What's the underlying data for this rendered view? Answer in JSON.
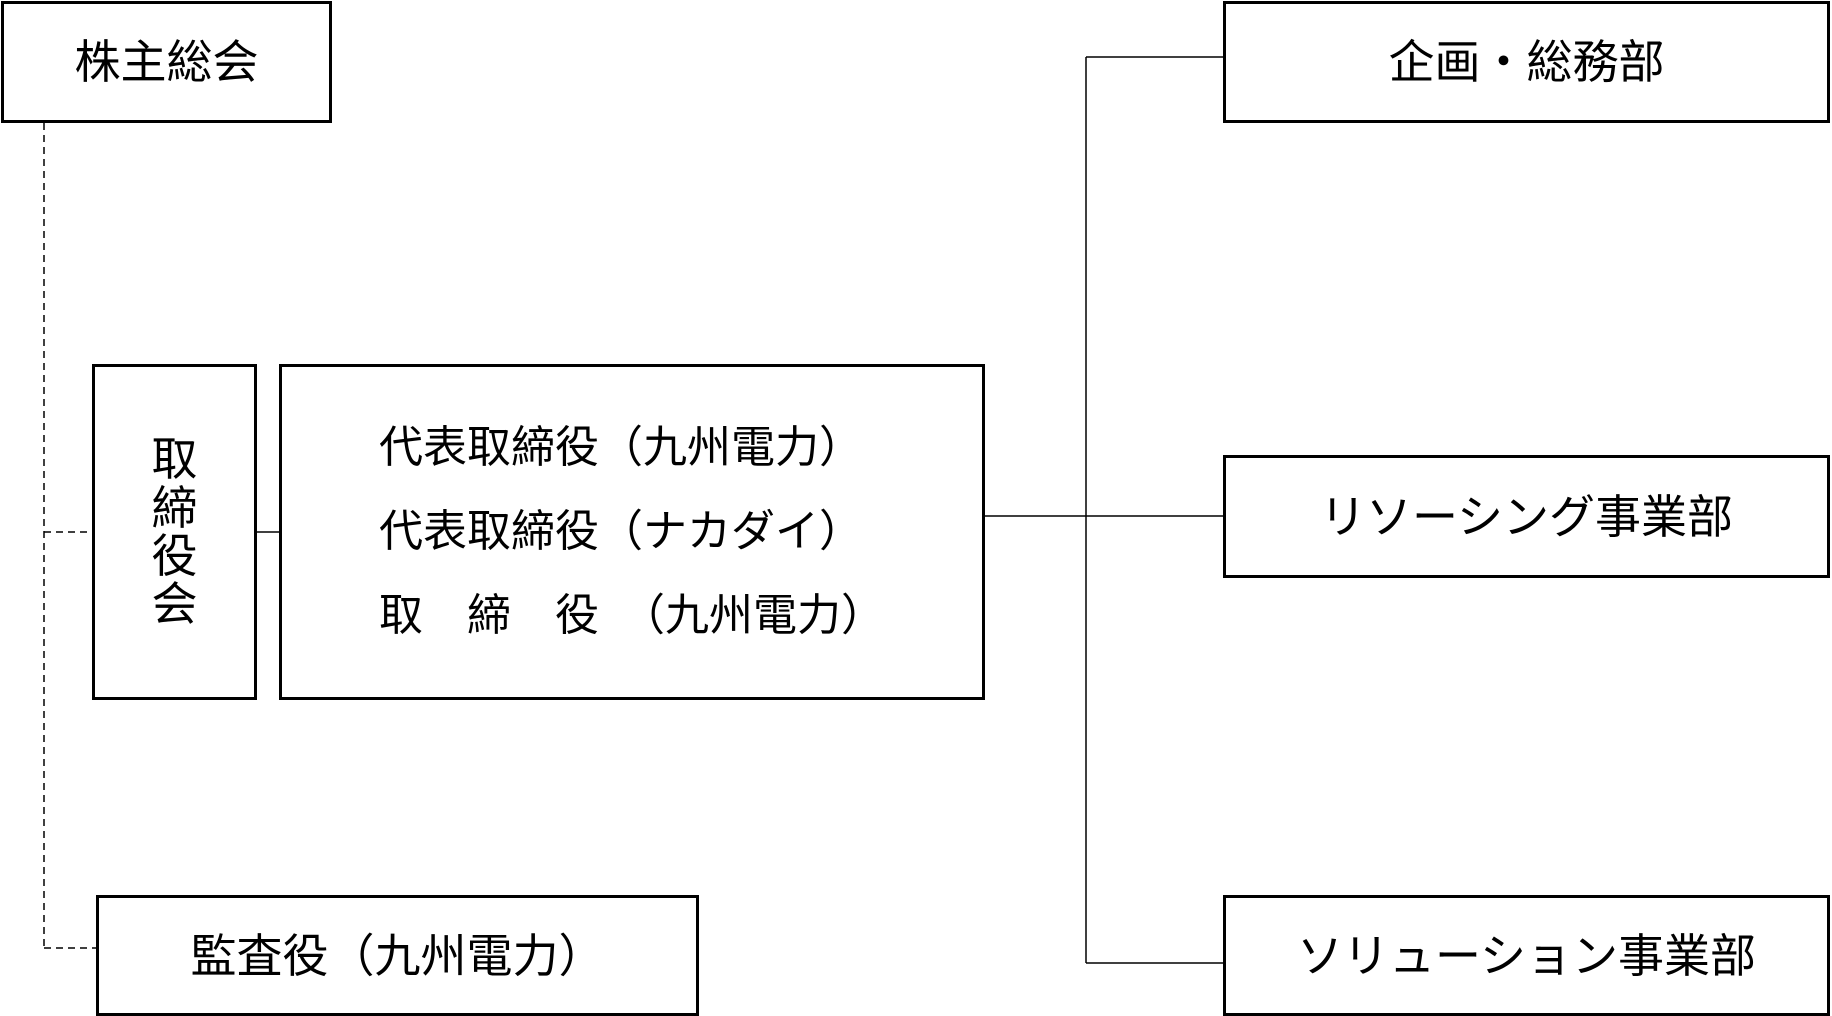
{
  "org_chart": {
    "shareholders_meeting": "株主総会",
    "board": {
      "label_chars": [
        "取",
        "締",
        "役",
        "会"
      ]
    },
    "directors": [
      "代表取締役（九州電力）",
      "代表取締役（ナカダイ）",
      "取　締　役　（九州電力）"
    ],
    "auditor": "監査役（九州電力）",
    "departments": [
      "企画・総務部",
      "リソーシング事業部",
      "ソリューション事業部"
    ]
  },
  "colors": {
    "line": "#000000",
    "box_border": "#000000",
    "background": "#ffffff"
  }
}
